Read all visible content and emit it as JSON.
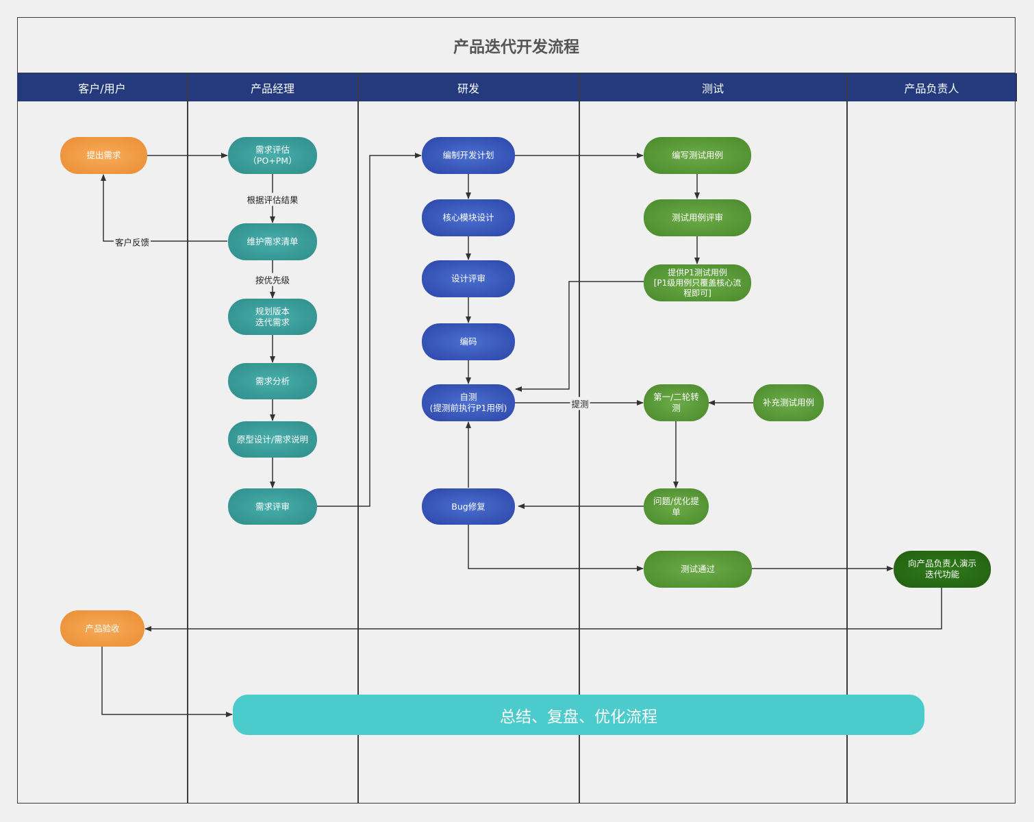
{
  "title": "产品迭代开发流程",
  "lanes": [
    "客户/用户",
    "产品经理",
    "研发",
    "测试",
    "产品负责人"
  ],
  "colors": {
    "lane_header": "#243a7c",
    "teal": "#3a9e9b",
    "blue": "#3552b8",
    "green": "#5a9a38",
    "dark_green": "#2a6d15",
    "orange": "#f09a41",
    "summary": "#4ccbcc"
  },
  "nodes": {
    "submit_req": "提出需求",
    "req_eval": "需求评估\n（PO+PM）",
    "maintain_list": "维护需求清单",
    "plan_version": "规划版本\n迭代需求",
    "req_analysis": "需求分析",
    "prototype": "原型设计/需求说明",
    "req_review": "需求评审",
    "dev_plan": "编制开发计划",
    "core_design": "核心模块设计",
    "design_review": "设计评审",
    "coding": "编码",
    "self_test": "自测\n(提测前执行P1用例)",
    "bug_fix": "Bug修复",
    "write_cases": "编写测试用例",
    "case_review": "测试用例评审",
    "provide_p1": "提供P1测试用例\n[P1级用例只覆盖核心流\n程即可]",
    "round_test": "第一/二轮转\n测",
    "supplement": "补充测试用例",
    "issue_ticket": "问题/优化提\n单",
    "test_pass": "测试通过",
    "demo": "向产品负责人演示\n迭代功能",
    "acceptance": "产品验收",
    "summary": "总结、复盘、优化流程"
  },
  "edge_labels": {
    "by_eval": "根据评估结果",
    "feedback": "客户反馈",
    "by_priority": "按优先级",
    "submit_test": "提测"
  }
}
